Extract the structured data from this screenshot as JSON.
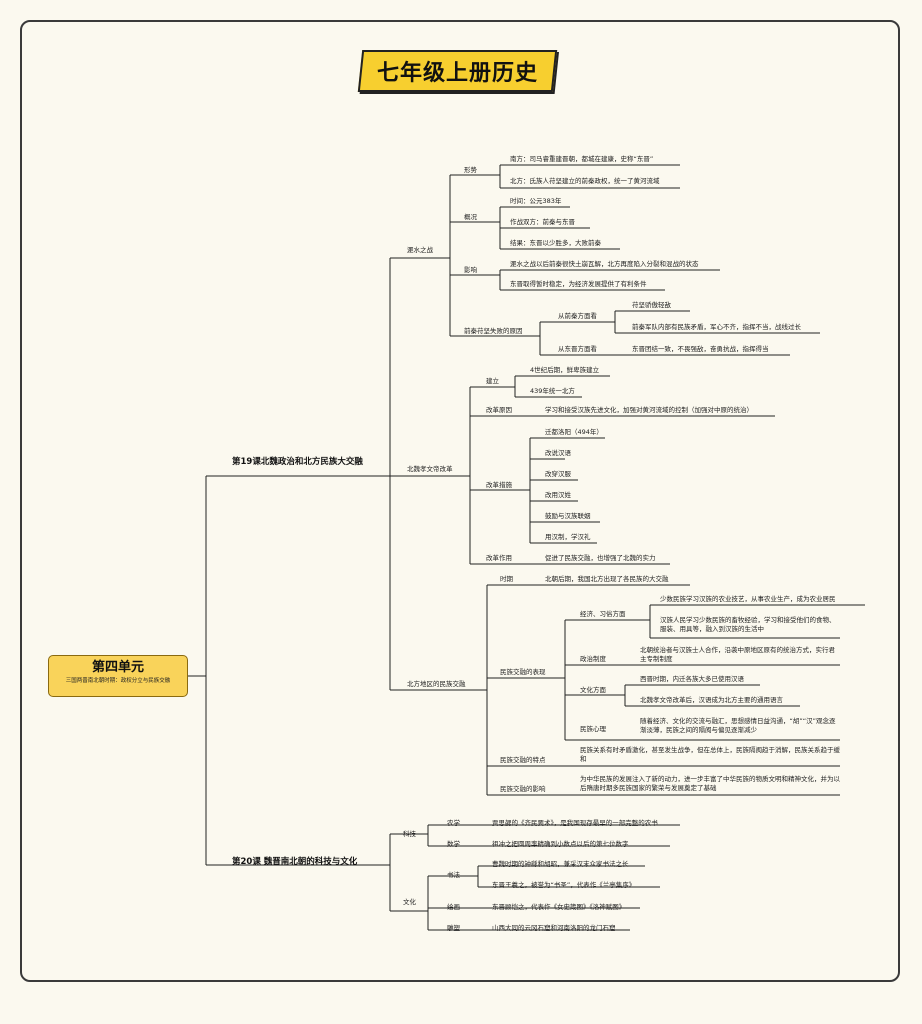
{
  "title": "七年级上册历史",
  "root": {
    "title": "第四单元",
    "subtitle": "三国两晋南北朝时期：政权分立与民族交融"
  },
  "lesson19": {
    "title": "第19课北魏政治和北方民族大交融",
    "feishui": {
      "label": "淝水之战",
      "xingshi": {
        "label": "形势",
        "south": "南方：司马睿重建晋朝，都城在建康，史称“东晋”",
        "north": "北方：氐族人苻坚建立的前秦政权，统一了黄河流域"
      },
      "gaikuang": {
        "label": "概况",
        "time": "时间：公元383年",
        "sides": "作战双方：前秦与东晋",
        "result": "结果：东晋以少胜多，大败前秦"
      },
      "yingxiang": {
        "label": "影响",
        "a": "淝水之战以后前秦很快土崩瓦解，北方再度陷入分裂和混战的状态",
        "b": "东晋取得暂时稳定，为经济发展提供了有利条件"
      },
      "reasons": {
        "label": "前秦苻坚失败的原因",
        "qin_label": "从前秦方面看",
        "qin_a": "苻坚骄傲轻敌",
        "qin_b": "前秦军队内部有民族矛盾，军心不齐，指挥不当，战线过长",
        "jin_label": "从东晋方面看",
        "jin_a": "东晋团结一致，不畏强敌，奋勇抗战，指挥得当"
      }
    },
    "xiaowen": {
      "label": "北魏孝文帝改革",
      "jianli": {
        "label": "建立",
        "a": "4世纪后期，鲜卑族建立",
        "b": "439年统一北方"
      },
      "yuanyin": {
        "label": "改革原因",
        "text": "学习和接受汉族先进文化，加强对黄河流域的控制（加强对中原的统治）"
      },
      "cuoshi": {
        "label": "改革措施",
        "items": [
          "迁都洛阳（494年）",
          "改说汉语",
          "改穿汉服",
          "改用汉姓",
          "鼓励与汉族联姻",
          "用汉制，学汉礼"
        ]
      },
      "zuoyong": {
        "label": "改革作用",
        "text": "促进了民族交融，也增强了北魏的实力"
      }
    },
    "jiaorong": {
      "label": "北方地区的民族交融",
      "shiqi": {
        "label": "时期",
        "text": "北朝后期，我国北方出现了各民族的大交融"
      },
      "biaoxian": {
        "label": "民族交融的表现",
        "jingji": {
          "label": "经济、习俗方面",
          "a": "少数民族学习汉族的农业技艺，从事农业生产，成为农业居民",
          "b": "汉族人民学习少数民族的畜牧经验，学习和接受他们的食物、服装、用具等，融入到汉族的生活中"
        },
        "zhengzhi": {
          "label": "政治制度",
          "text": "北朝统治者与汉族士人合作，沿袭中原地区原有的统治方式，实行君主专制制度"
        },
        "wenhua": {
          "label": "文化方面",
          "a": "西晋时期，内迁各族大多已使用汉语",
          "b": "北魏孝文帝改革后，汉语成为北方主要的通用语言"
        },
        "xinli": {
          "label": "民族心理",
          "text": "随着经济、文化的交流与融汇，思想感情日益沟通，“胡”“汉”观念逐渐淡薄，民族之间的隔阂与偏见逐渐减少"
        }
      },
      "tedian": {
        "label": "民族交融的特点",
        "text": "民族关系有时矛盾激化，甚至发生战争，但在总体上，民族隔阂趋于消解，民族关系趋于缓和"
      },
      "yingxiang": {
        "label": "民族交融的影响",
        "text": "为中华民族的发展注入了新的动力，进一步丰富了中华民族的物质文明和精神文化，并为以后隋唐时期多民族国家的繁荣与发展奠定了基础"
      }
    }
  },
  "lesson20": {
    "title": "第20课  魏晋南北朝的科技与文化",
    "keji": {
      "label": "科技",
      "nongxue": "农学",
      "nongxue_text": "贾思勰的《齐民要术》，是我国现存最早的一部完整的农书",
      "shuxue": "数学",
      "shuxue_text": "祖冲之把圆周率精确到小数点以后的第七位数字"
    },
    "wenhua": {
      "label": "文化",
      "shufa": "书法",
      "shufa_a": "曹魏时期的钟繇和胡昭，兼采汉末众家书法之长",
      "shufa_b": "东晋王羲之，被誉为“书圣”，代表作《兰亭集序》",
      "huihua": "绘画",
      "huihua_text": "东晋顾恺之，代表作《女史箴图》《洛神赋图》",
      "diaosu": "雕塑",
      "diaosu_text": "山西大同的云冈石窟和河南洛阳的龙门石窟"
    }
  },
  "colors": {
    "title_bg": "#f7cf2f",
    "root_bg": "#f9d35a",
    "line": "#222222",
    "background": "#fbf9ef"
  }
}
